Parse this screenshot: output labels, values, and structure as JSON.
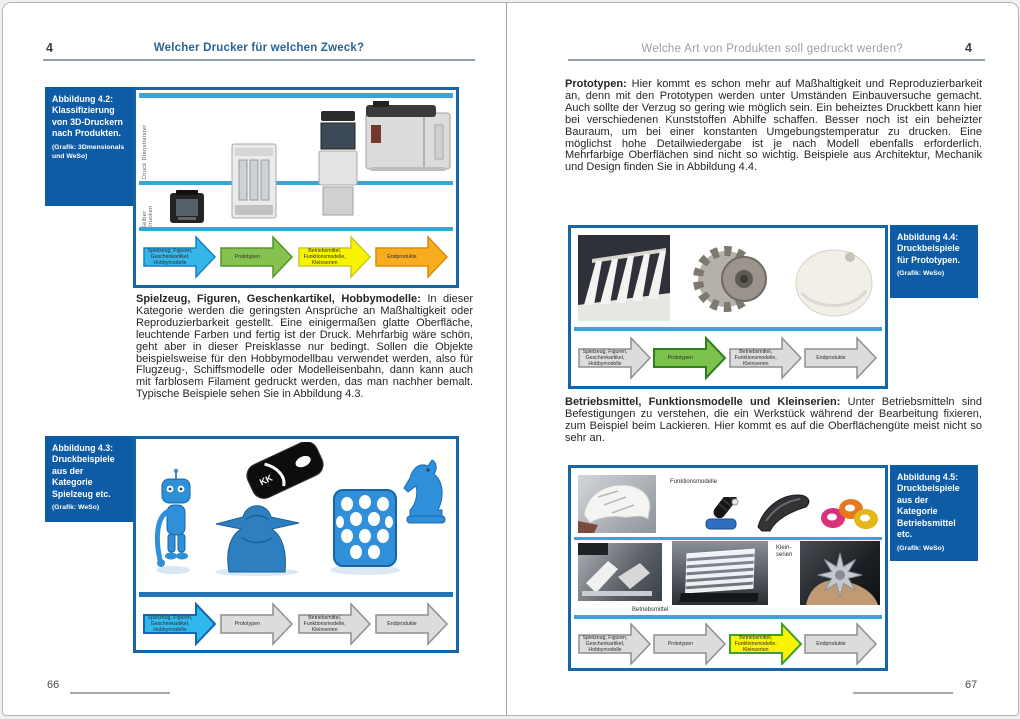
{
  "arrow_labels": [
    "Spielzeug, Figuren, Geschenkartikel, Hobbymodelle",
    "Prototypen",
    "Betriebsmittel, Funktionsmodelle, Kleinserien",
    "Endprodukte"
  ],
  "colors": {
    "caption_bg": "#0f5ca6",
    "frame_blue": "#1565a8",
    "band_blue": "#39a3da",
    "header_blue": "#2a6496",
    "accent_cyan": "#35b6e8",
    "accent_green": "#85c250",
    "accent_yellow": "#f8f400",
    "accent_orange": "#f8ad1f"
  },
  "left": {
    "header": {
      "number": "4",
      "title": "Welcher Drucker für welchen Zweck?"
    },
    "page_number": "66",
    "fig42": {
      "caption_title": "Abbildung 4.2:",
      "caption_body": "Klassifizierung von 3D-Druckern nach Produkten.",
      "caption_credit": "(Grafik: 3Dmensionals und WeSo)",
      "row_label_top": "Druck Dienstleister",
      "row_label_bottom": "Selber Drucken"
    },
    "para": {
      "lead": "Spielzeug, Figuren, Geschenkartikel, Hobbymodelle:",
      "text": "In dieser Kategorie werden die geringsten Ansprüche an Maßhaltigkeit oder Reproduzierbarkeit gestellt. Eine einigermaßen glatte Oberfläche, leuchtende Farben und fertig ist der Druck. Mehrfarbig wäre schön, geht aber in dieser Preisklasse nur bedingt. Sollen die Objekte beispielsweise für den Hobbymodellbau verwendet werden, also für Flugzeug-, Schiffsmodelle oder Modelleisenbahn, dann kann auch mit farblosem Filament gedruckt werden, das man nachher bemalt. Typische Beispiele sehen Sie in Abbildung 4.3."
    },
    "fig43": {
      "caption_title": "Abbildung 4.3:",
      "caption_body": "Druckbeispiele aus der Kategorie Spielzeug etc.",
      "caption_credit": "(Grafik: WeSo)",
      "phone_text": "KK"
    }
  },
  "right": {
    "header": {
      "title": "Welche Art von Produkten soll gedruckt werden?",
      "number": "4"
    },
    "page_number": "67",
    "para1": {
      "lead": "Prototypen:",
      "text": "Hier kommt es schon mehr auf Maßhaltigkeit und Reproduzierbarkeit an, denn mit den Prototypen werden unter Umständen Einbauversuche gemacht. Auch sollte der Verzug so gering wie möglich sein. Ein beheiztes Druckbett kann hier bei verschiedenen Kunststoffen Abhilfe schaffen. Besser noch ist ein beheizter Bauraum, um bei einer konstanten Umgebungstemperatur zu drucken. Eine möglichst hohe Detailwiedergabe ist je nach Modell ebenfalls erforderlich. Mehrfarbige Oberflächen sind nicht so wichtig. Beispiele aus Architektur, Mechanik und Design finden Sie in Abbildung 4.4."
    },
    "fig44": {
      "caption_title": "Abbildung 4.4:",
      "caption_body": "Druckbeispiele für Prototypen.",
      "caption_credit": "(Grafik: WeSo)"
    },
    "para2": {
      "lead": "Betriebsmittel, Funktionsmodelle und Kleinserien:",
      "text": "Unter Betriebsmitteln sind Befestigungen zu verstehen, die ein Werkstück während der Bearbeitung fixieren, zum Beispiel beim Lackieren. Hier kommt es auf die Oberflächengüte meist nicht so sehr an."
    },
    "fig45": {
      "caption_title": "Abbildung 4.5:",
      "caption_body": "Druckbeispiele aus der Kategorie Betriebsmittel etc.",
      "caption_credit": "(Grafik: WeSo)",
      "label_funktionsmodelle": "Funktionsmodelle",
      "label_kleinserien": "Klein- serien",
      "label_betriebsmittel": "Betriebsmittel"
    }
  }
}
